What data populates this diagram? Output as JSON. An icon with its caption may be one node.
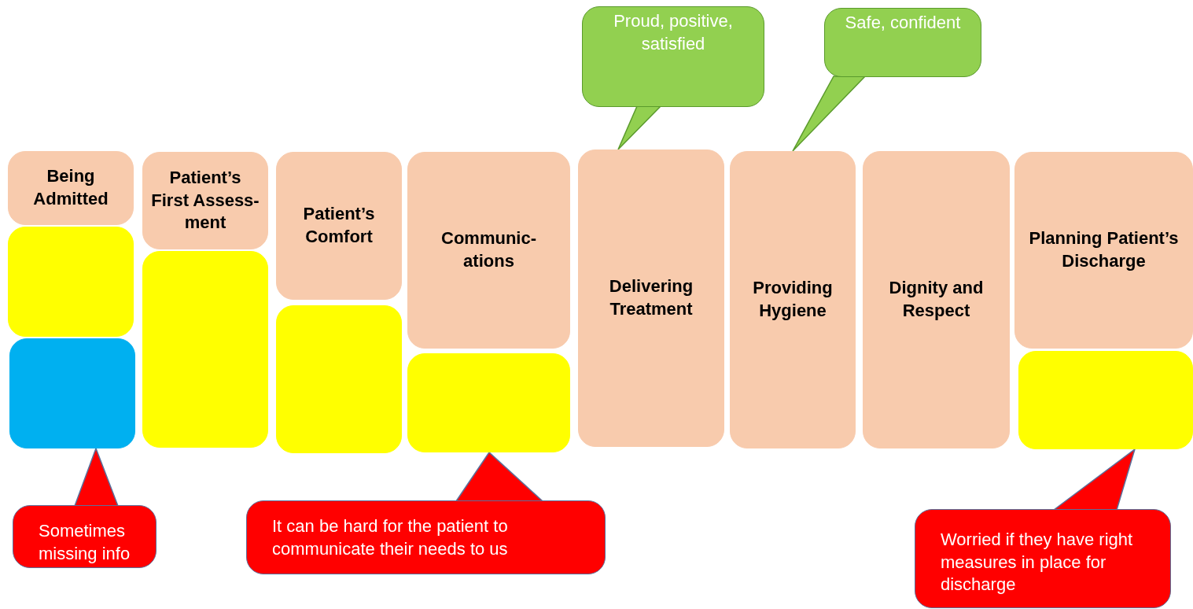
{
  "diagram": {
    "nodes": [
      {
        "text": [
          "Proud, positive, satisfied"
        ]
      },
      {
        "text": [
          "Safe, confident"
        ]
      },
      {
        "text": [
          "Being Admitted"
        ]
      },
      {
        "text": [],
        "shape": "box"
      },
      {
        "text": [],
        "shape": "box"
      },
      {
        "text": [
          "Patient’s First Assess-ment"
        ]
      },
      {
        "text": [],
        "shape": "box"
      },
      {
        "text": [
          "Patient’s Comfort"
        ]
      },
      {
        "text": [],
        "shape": "box"
      },
      {
        "text": [
          "Communic-ations"
        ]
      },
      {
        "text": [],
        "shape": "box"
      },
      {
        "text": [
          "Delivering Treatment"
        ]
      },
      {
        "text": [
          "Providing Hygiene"
        ]
      },
      {
        "text": [
          "Dignity and Respect"
        ]
      },
      {
        "text": [
          "Planning Patient’s Discharge"
        ]
      },
      {
        "text": [],
        "shape": "box"
      },
      {
        "text": [
          "Sometimes missing info"
        ]
      },
      {
        "text": [
          "It can be hard for the patient to communicate their needs to us"
        ]
      },
      {
        "text": [
          "Worried if they have right measures in place for discharge"
        ]
      }
    ],
    "edges": [
      {
        "from": 0,
        "to": 11,
        "arrow": "to"
      },
      {
        "from": 1,
        "to": 12,
        "arrow": "to"
      },
      {
        "from": 16,
        "to": 4,
        "arrow": "to"
      },
      {
        "from": 17,
        "to": 10,
        "arrow": "to"
      },
      {
        "from": 18,
        "to": 15,
        "arrow": "to"
      }
    ]
  }
}
